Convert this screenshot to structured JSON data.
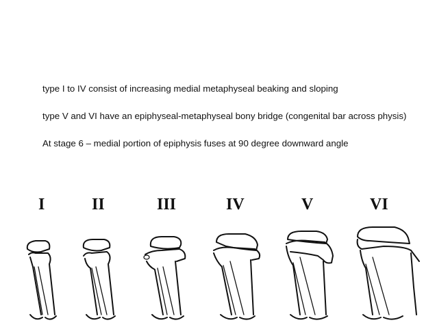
{
  "text": {
    "line1": "type I to IV consist of increasing medial metaphyseal beaking and sloping",
    "line2": "type V and VI have an epiphyseal-metaphyseal bony bridge (congenital bar across physis)",
    "line3": "At stage 6 – medial portion of epiphysis fuses at 90 degree downward angle"
  },
  "stages": [
    {
      "label": "I"
    },
    {
      "label": "II"
    },
    {
      "label": "III"
    },
    {
      "label": "IV"
    },
    {
      "label": "V"
    },
    {
      "label": "VI"
    }
  ]
}
